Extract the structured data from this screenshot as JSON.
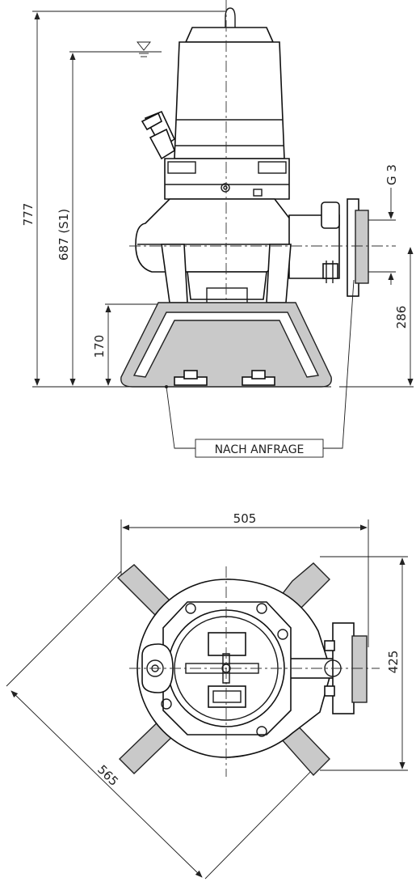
{
  "side_view": {
    "dim_total_height": "777",
    "dim_level": "687 (S1)",
    "dim_foot": "170",
    "dim_thread": "G 3",
    "dim_outlet": "286",
    "callout": "NACH ANFRAGE"
  },
  "top_view": {
    "dim_width": "505",
    "dim_depth": "425",
    "dim_diagonal": "565"
  }
}
